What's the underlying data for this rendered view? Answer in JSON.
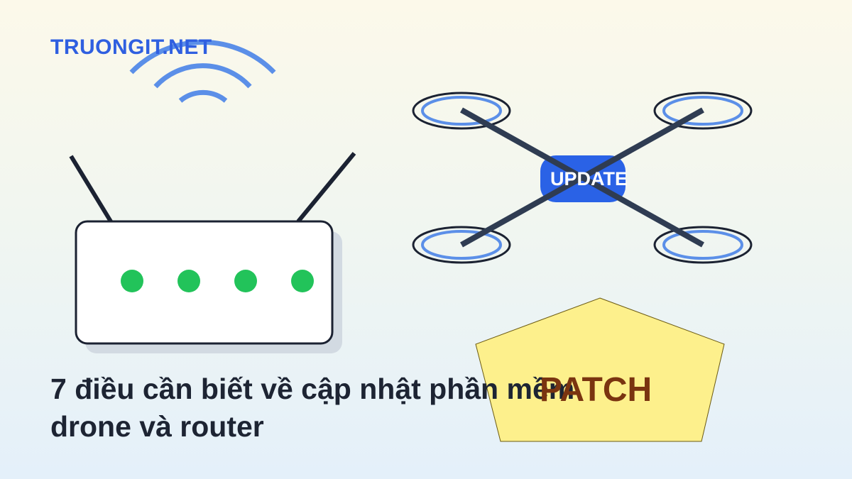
{
  "brand": {
    "name": "TRUONGIT.NET"
  },
  "drone": {
    "badge": "UPDATE"
  },
  "patch": {
    "label": "PATCH"
  },
  "router": {
    "led_count": 4
  },
  "headline": {
    "text": "7 điều cần biết về cập nhật phần mềm drone và router"
  },
  "colors": {
    "brand": "#2f5fe0",
    "update_badge": "#2a62e6",
    "patch_fill": "#fdf08c",
    "patch_text": "#7a3410",
    "led": "#22c35a",
    "wifi": "#5b8fe8",
    "title": "#1d2433"
  }
}
